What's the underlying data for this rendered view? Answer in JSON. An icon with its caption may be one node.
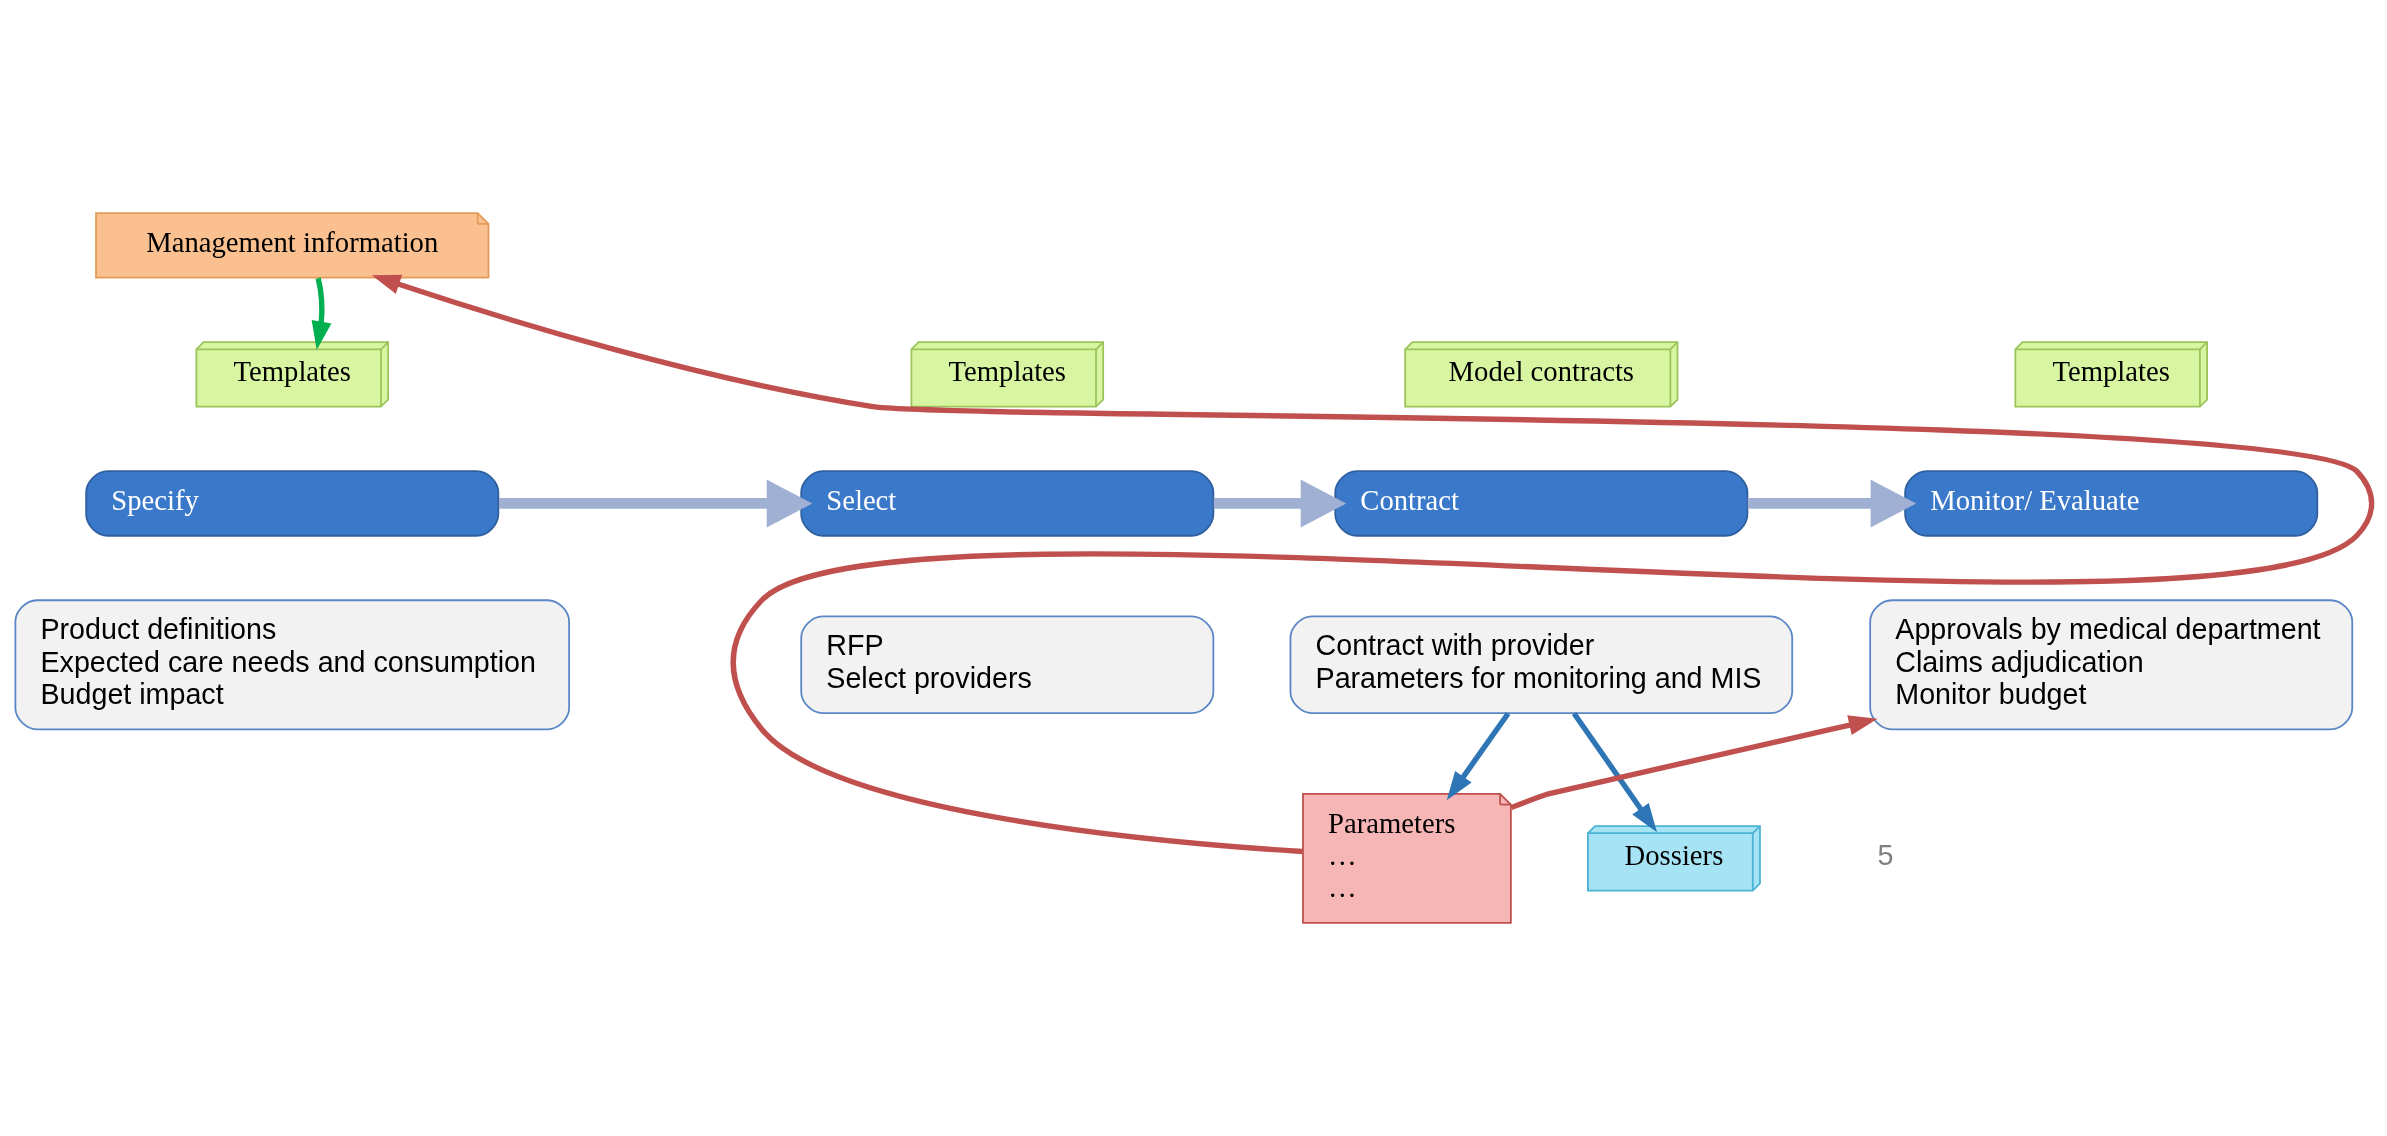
{
  "diagram": {
    "nodes": [
      {
        "text": [
          "Management information"
        ]
      },
      {
        "text": [
          "Templates"
        ]
      },
      {
        "text": [
          "Specify"
        ]
      },
      {
        "text": [
          "Product definitions",
          "Expected care needs and consumption",
          "Budget impact"
        ]
      },
      {
        "text": [
          "Templates"
        ]
      },
      {
        "text": [
          "Select"
        ]
      },
      {
        "text": [
          "RFP",
          "Select providers"
        ]
      },
      {
        "text": [
          "Model contracts"
        ]
      },
      {
        "text": [
          "Contract"
        ]
      },
      {
        "text": [
          "Contract with provider",
          "Parameters for monitoring and MIS"
        ]
      },
      {
        "text": [
          "Templates"
        ]
      },
      {
        "text": [
          "Monitor/ Evaluate"
        ]
      },
      {
        "text": [
          "Approvals by medical department",
          "Claims adjudication",
          "Monitor budget"
        ]
      },
      {
        "text": [
          "Dossiers"
        ]
      },
      {
        "text": [
          "Parameters",
          "…",
          "…"
        ]
      }
    ],
    "edges": [
      {
        "from": 0,
        "to": 1,
        "arrow": "to",
        "color": "#00b050"
      },
      {
        "from": 2,
        "to": 5,
        "arrow": "to",
        "style": "thick",
        "color": "#9fb0d3"
      },
      {
        "from": 5,
        "to": 8,
        "arrow": "to",
        "style": "thick",
        "color": "#9fb0d3"
      },
      {
        "from": 8,
        "to": 11,
        "arrow": "to",
        "style": "thick",
        "color": "#9fb0d3"
      },
      {
        "from": 9,
        "to": 13,
        "arrow": "to",
        "color": "#2e75b6"
      },
      {
        "from": 9,
        "to": 14,
        "arrow": "to",
        "color": "#2e75b6"
      },
      {
        "from": 14,
        "to": 12,
        "arrow": "to",
        "color": "#c0504d"
      },
      {
        "from": 14,
        "to": 0,
        "arrow": "to",
        "color": "#c0504d"
      }
    ],
    "labels": [
      "5"
    ]
  }
}
